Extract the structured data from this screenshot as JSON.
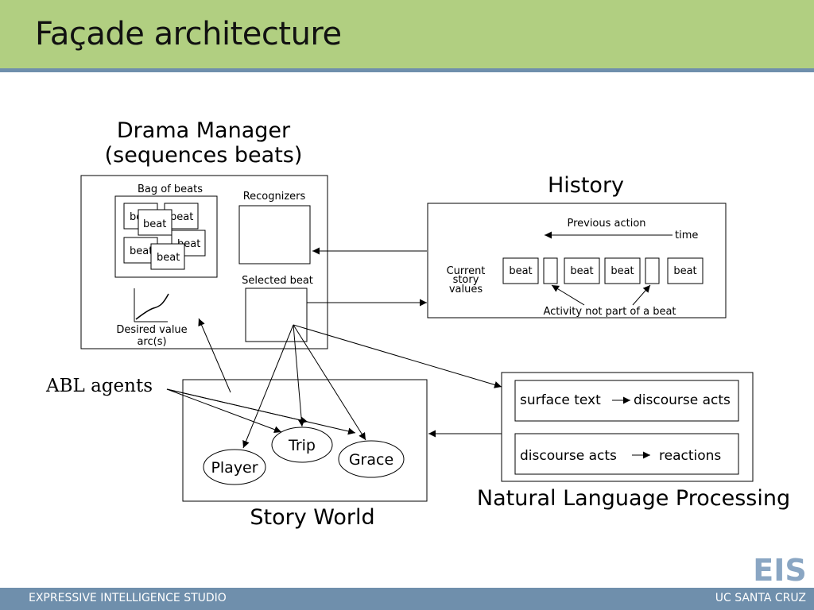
{
  "slide": {
    "title": "Façade architecture",
    "footer_left": "EXPRESSIVE INTELLIGENCE STUDIO",
    "footer_right": "UC SANTA CRUZ",
    "logo_text": "EIS"
  },
  "colors": {
    "header_bg": "#b1cf81",
    "rule": "#6f8fac",
    "footer_bg": "#6f8fac",
    "logo_color": "#8aa6c3"
  },
  "drama_manager": {
    "title_line1": "Drama Manager",
    "title_line2": "(sequences beats)",
    "bag_label": "Bag of beats",
    "bag_beats": [
      "beat",
      "beat",
      "beat",
      "beat",
      "beat",
      "beat"
    ],
    "recognizers_label": "Recognizers",
    "selected_beat_label": "Selected beat",
    "desired_line1": "Desired value",
    "desired_line2": "arc(s)"
  },
  "history": {
    "title": "History",
    "previous_action": "Previous action",
    "time_label": "time",
    "current_line1": "Current",
    "current_line2": "story",
    "current_line3": "values",
    "beats": [
      "beat",
      "beat",
      "beat",
      "beat"
    ],
    "activity_label": "Activity not part of a beat"
  },
  "abl": {
    "label": "ABL agents"
  },
  "story_world": {
    "title": "Story World",
    "characters": [
      "Player",
      "Trip",
      "Grace"
    ]
  },
  "nlp": {
    "title": "Natural Language Processing",
    "row1_left": "surface text",
    "row1_right": "discourse acts",
    "row2_left": "discourse acts",
    "row2_right": "reactions"
  }
}
